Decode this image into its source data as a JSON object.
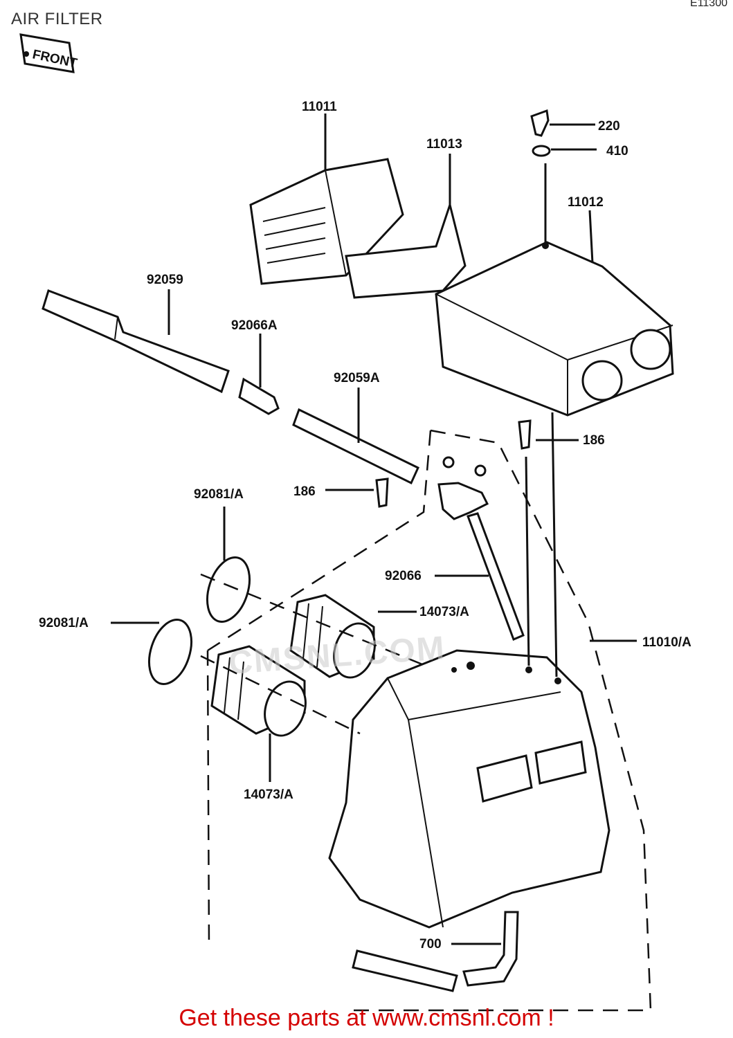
{
  "title": "AIR FILTER",
  "corner_code": "E11300",
  "front_tag": "FRONT",
  "watermark": "CMSNL.COM",
  "footer": "Get these parts at www.cmsnl.com !",
  "labels": {
    "p11011": "11011",
    "p11013": "11013",
    "p220": "220",
    "p410": "410",
    "p11012": "11012",
    "p92059": "92059",
    "p92066a": "92066A",
    "p92059a": "92059A",
    "p186_right": "186",
    "p186_left": "186",
    "p92081a_upper": "92081/A",
    "p92081a_lower": "92081/A",
    "p92066": "92066",
    "p14073a_upper": "14073/A",
    "p14073a_lower": "14073/A",
    "p11010a": "11010/A",
    "p700": "700"
  }
}
